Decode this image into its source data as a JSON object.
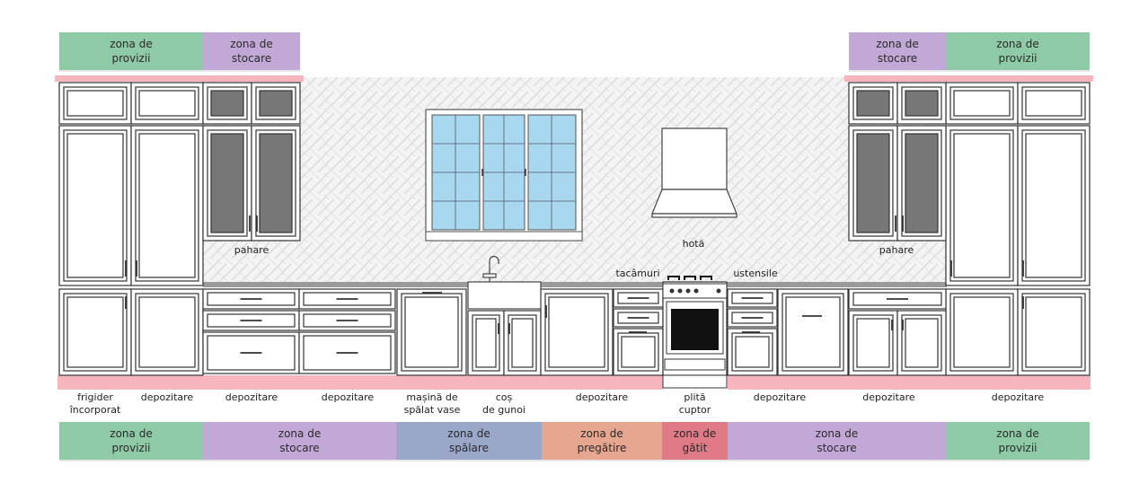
{
  "colors": {
    "provizii": "#8fcaa7",
    "stocare": "#c2a8d6",
    "spalare": "#9aa7c9",
    "pregatire": "#e6a690",
    "gatit": "#e07a86",
    "pink": "#f7b5bd",
    "window_glass": "#a8d8f0"
  },
  "top_zones": [
    {
      "label": "zona de\nprovizii",
      "color_key": "provizii"
    },
    {
      "label": "zona de\nstocare",
      "color_key": "stocare"
    },
    {
      "label": "zona de\nstocare",
      "color_key": "stocare"
    },
    {
      "label": "zona de\nprovizii",
      "color_key": "provizii"
    }
  ],
  "bottom_zones": [
    {
      "label": "zona de\nprovizii",
      "color_key": "provizii"
    },
    {
      "label": "zona de\nstocare",
      "color_key": "stocare"
    },
    {
      "label": "zona de\nspălare",
      "color_key": "spalare"
    },
    {
      "label": "zona de\npregătire",
      "color_key": "pregatire"
    },
    {
      "label": "zona de\ngătit",
      "color_key": "gatit"
    },
    {
      "label": "zona de\nstocare",
      "color_key": "stocare"
    },
    {
      "label": "zona de\nprovizii",
      "color_key": "provizii"
    }
  ],
  "labels": {
    "pahare_left": "pahare",
    "pahare_right": "pahare",
    "hota": "hotă",
    "tacamuri": "tacâmuri",
    "ustensile": "ustensile",
    "frigider": "frigider\nîncorporat",
    "depozitare_1": "depozitare",
    "depozitare_2": "depozitare",
    "depozitare_3": "depozitare",
    "masina": "mașină de\nspălat vase",
    "cos": "coș\nde gunoi",
    "depozitare_4": "depozitare",
    "plita": "plită\ncuptor",
    "depozitare_5": "depozitare",
    "depozitare_6": "depozitare",
    "depozitare_7": "depozitare"
  }
}
